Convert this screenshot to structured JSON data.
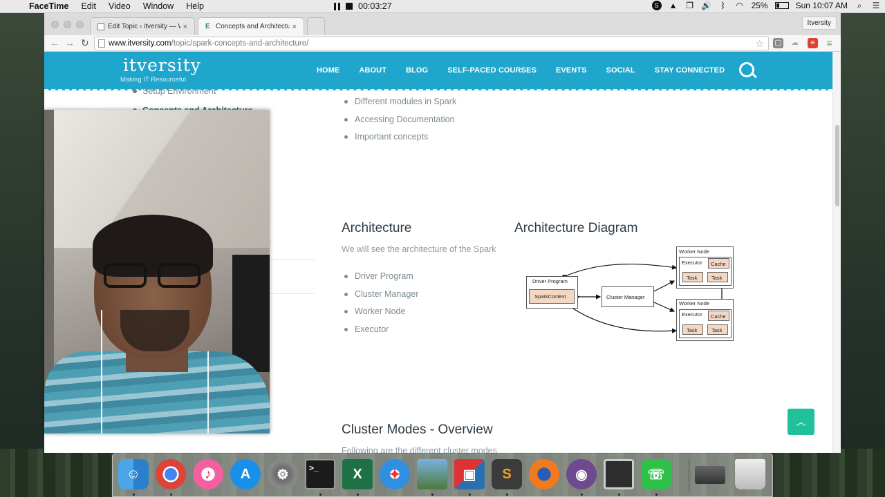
{
  "menubar": {
    "app": "FaceTime",
    "items": [
      "Edit",
      "Video",
      "Window",
      "Help"
    ],
    "recording_time": "00:03:27",
    "battery": "25%",
    "clock": "Sun 10:07 AM"
  },
  "browser": {
    "tabs": [
      {
        "title": "Edit Topic ‹ itversity — Wor"
      },
      {
        "title": "Concepts and Architecture"
      }
    ],
    "profile": "Itversity",
    "url_host": "www.itversity.com",
    "url_path": "/topic/spark-concepts-and-architecture/"
  },
  "site": {
    "logo": "itversity",
    "tagline": "Making IT Resourceful",
    "nav": [
      "HOME",
      "ABOUT",
      "BLOG",
      "SELF-PACED COURSES",
      "EVENTS",
      "SOCIAL",
      "STAY CONNECTED"
    ]
  },
  "sidebar": {
    "setup": "Setup Environment",
    "concepts": "Concepts and Architecture",
    "partial": "r"
  },
  "main": {
    "top_list": [
      "Different modules in Spark",
      "Accessing Documentation",
      "Important concepts"
    ],
    "architecture": {
      "heading": "Architecture",
      "sub": "We will see the architecture of the Spark",
      "list": [
        "Driver Program",
        "Cluster Manager",
        "Worker Node",
        "Executor"
      ]
    },
    "diagram": {
      "heading": "Architecture Diagram",
      "driver_program": "Driver Program",
      "spark_context": "SparkContext",
      "cluster_manager": "Cluster Manager",
      "worker_node": "Worker Node",
      "executor": "Executor",
      "cache": "Cache",
      "task": "Task"
    },
    "cluster_modes": {
      "heading": "Cluster Modes - Overview",
      "sub": "Following are the different cluster modes"
    }
  },
  "colors": {
    "header_bg": "#1fa6cd",
    "accent_green": "#20c19a",
    "link_green": "#137a55"
  }
}
